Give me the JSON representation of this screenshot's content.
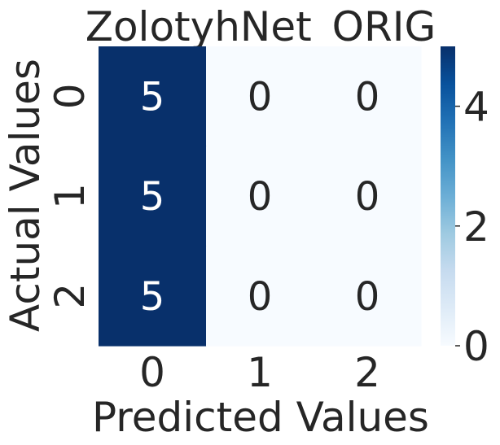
{
  "chart_data": {
    "type": "heatmap",
    "title": "ZolotyhNet_ORIG",
    "xlabel": "Predicted Values",
    "ylabel": "Actual Values",
    "x_categories": [
      "0",
      "1",
      "2"
    ],
    "y_categories": [
      "0",
      "1",
      "2"
    ],
    "values": [
      [
        5,
        0,
        0
      ],
      [
        5,
        0,
        0
      ],
      [
        5,
        0,
        0
      ]
    ],
    "colormap": "Blues",
    "colorbar": {
      "min": 0,
      "max": 5,
      "ticks": [
        "0",
        "2",
        "4"
      ]
    },
    "annotations": true
  }
}
